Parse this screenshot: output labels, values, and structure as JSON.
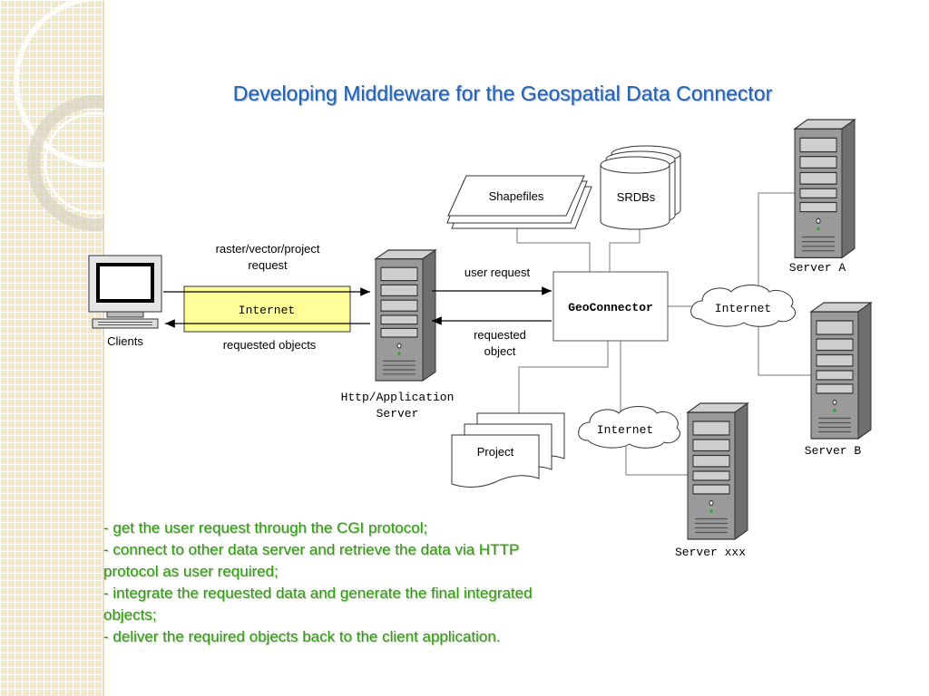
{
  "title": "Developing Middleware for the Geospatial Data Connector",
  "diagram": {
    "clients_label": "Clients",
    "request_label_line1": "raster/vector/project",
    "request_label_line2": "request",
    "internet_label": "Internet",
    "requested_objects_label": "requested objects",
    "http_server_label_line1": "Http/Application",
    "http_server_label_line2": "Server",
    "user_request_label": "user request",
    "requested_object_line1": "requested",
    "requested_object_line2": "object",
    "geoconnector_label": "GeoConnector",
    "shapefiles_label": "Shapefiles",
    "srdbs_label": "SRDBs",
    "project_label": "Project",
    "cloud_internet_right": "Internet",
    "cloud_internet_bottom": "Internet",
    "server_a_label": "Server A",
    "server_b_label": "Server B",
    "server_xxx_label": "Server xxx"
  },
  "bullets": [
    "- get the user request through the CGI protocol;",
    "- connect to other data server and retrieve the data via HTTP protocol as user required;",
    "- integrate the requested data and generate the final integrated objects;",
    "- deliver the required objects back to the client application."
  ],
  "colors": {
    "title": "#1f63b5",
    "bullets": "#2f9b12",
    "internet_box": "#ffff99"
  }
}
